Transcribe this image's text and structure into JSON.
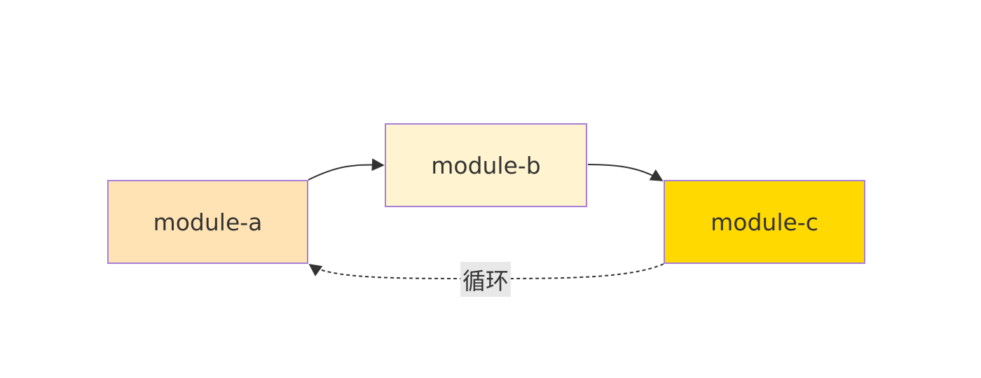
{
  "diagram": {
    "nodes": [
      {
        "id": "a",
        "label": "module-a",
        "fill": "#ffe3b4"
      },
      {
        "id": "b",
        "label": "module-b",
        "fill": "#fff4cf"
      },
      {
        "id": "c",
        "label": "module-c",
        "fill": "#ffd900"
      }
    ],
    "edges": [
      {
        "from": "a",
        "to": "b",
        "style": "solid",
        "label": ""
      },
      {
        "from": "b",
        "to": "c",
        "style": "solid",
        "label": ""
      },
      {
        "from": "c",
        "to": "a",
        "style": "dashed",
        "label": "循环"
      }
    ],
    "colors": {
      "node_border": "#a77fd6",
      "edge": "#333333",
      "label_background": "#e8e8e8"
    }
  }
}
